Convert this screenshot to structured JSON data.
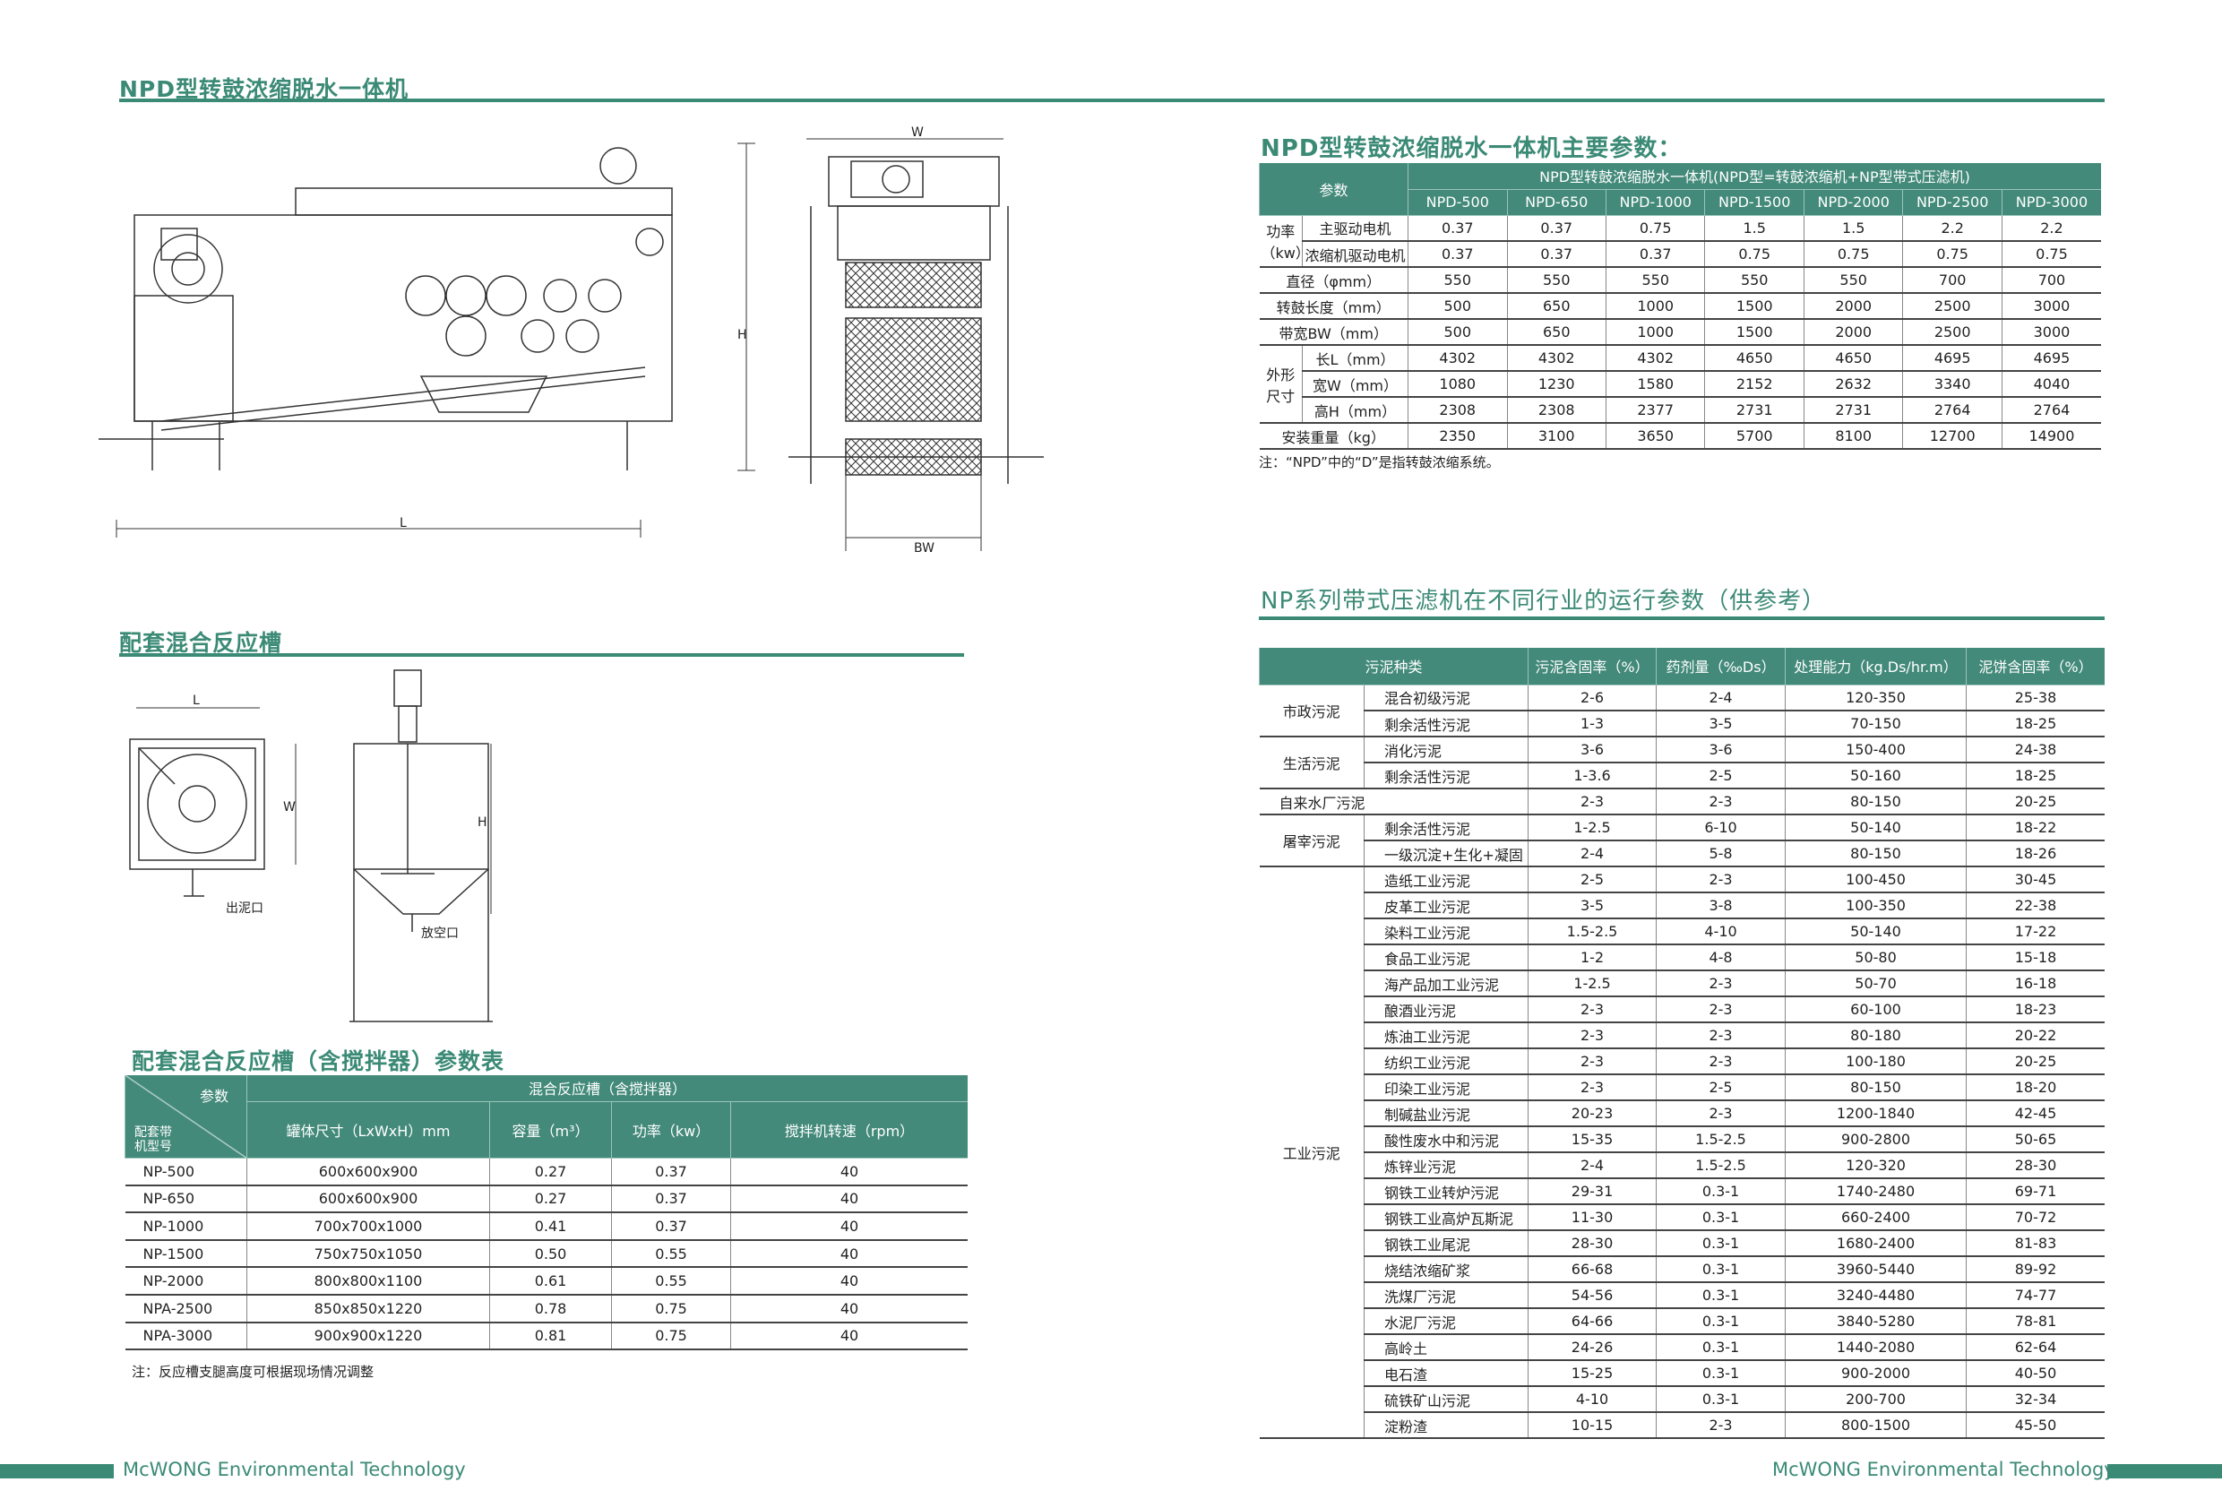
{
  "section_main_title": "NPD型转鼓浓缩脱水一体机",
  "drawing_labels": {
    "w": "W",
    "h": "H",
    "l": "L",
    "bw": "BW"
  },
  "tank_labels": {
    "l": "L",
    "w": "W",
    "h": "H",
    "outlet": "出泥口",
    "drain": "放空口"
  },
  "npd_params": {
    "title": "NPD型转鼓浓缩脱水一体机主要参数：",
    "header_param": "参数",
    "header_group": "NPD型转鼓浓缩脱水一体机(NPD型=转鼓浓缩机+NP型带式压滤机)",
    "models": [
      "NPD-500",
      "NPD-650",
      "NPD-1000",
      "NPD-1500",
      "NPD-2000",
      "NPD-2500",
      "NPD-3000"
    ],
    "rows": [
      {
        "group": "功率（kw）",
        "label": "主驱动电机",
        "values": [
          "0.37",
          "0.37",
          "0.75",
          "1.5",
          "1.5",
          "2.2",
          "2.2"
        ]
      },
      {
        "group": "功率（kw）",
        "label": "浓缩机驱动电机",
        "values": [
          "0.37",
          "0.37",
          "0.37",
          "0.75",
          "0.75",
          "0.75",
          "0.75"
        ]
      },
      {
        "group": "",
        "label": "直径（φmm）",
        "values": [
          "550",
          "550",
          "550",
          "550",
          "550",
          "700",
          "700"
        ]
      },
      {
        "group": "",
        "label": "转鼓长度（mm）",
        "values": [
          "500",
          "650",
          "1000",
          "1500",
          "2000",
          "2500",
          "3000"
        ]
      },
      {
        "group": "",
        "label": "带宽BW（mm）",
        "values": [
          "500",
          "650",
          "1000",
          "1500",
          "2000",
          "2500",
          "3000"
        ]
      },
      {
        "group": "外形尺寸",
        "label": "长L（mm）",
        "values": [
          "4302",
          "4302",
          "4302",
          "4650",
          "4650",
          "4695",
          "4695"
        ]
      },
      {
        "group": "外形尺寸",
        "label": "宽W（mm）",
        "values": [
          "1080",
          "1230",
          "1580",
          "2152",
          "2632",
          "3340",
          "4040"
        ]
      },
      {
        "group": "外形尺寸",
        "label": "高H（mm）",
        "values": [
          "2308",
          "2308",
          "2377",
          "2731",
          "2731",
          "2764",
          "2764"
        ]
      },
      {
        "group": "",
        "label": "安装重量（kg）",
        "values": [
          "2350",
          "3100",
          "3650",
          "5700",
          "8100",
          "12700",
          "14900"
        ]
      }
    ],
    "note": "注：“NPD”中的“D”是指转鼓浓缩系统。"
  },
  "tank_section_title": "配套混合反应槽",
  "tank_params": {
    "title": "配套混合反应槽（含搅拌器）参数表",
    "header_param": "参数",
    "header_model": "配套带\n机型号",
    "header_group": "混合反应槽（含搅拌器）",
    "columns": [
      "罐体尺寸（LxWxH）mm",
      "容量（m³）",
      "功率（kw）",
      "搅拌机转速（rpm）"
    ],
    "rows": [
      [
        "NP-500",
        "600x600x900",
        "0.27",
        "0.37",
        "40"
      ],
      [
        "NP-650",
        "600x600x900",
        "0.27",
        "0.37",
        "40"
      ],
      [
        "NP-1000",
        "700x700x1000",
        "0.41",
        "0.37",
        "40"
      ],
      [
        "NP-1500",
        "750x750x1050",
        "0.50",
        "0.55",
        "40"
      ],
      [
        "NP-2000",
        "800x800x1100",
        "0.61",
        "0.55",
        "40"
      ],
      [
        "NPA-2500",
        "850x850x1220",
        "0.78",
        "0.75",
        "40"
      ],
      [
        "NPA-3000",
        "900x900x1220",
        "0.81",
        "0.75",
        "40"
      ]
    ],
    "note": "注：反应槽支腿高度可根据现场情况调整"
  },
  "industry_params": {
    "title": "NP系列带式压滤机在不同行业的运行参数（供参考）",
    "columns": [
      "污泥种类",
      "污泥含固率（%）",
      "药剂量（‰Ds）",
      "处理能力（kg.Ds/hr.m）",
      "泥饼含固率（%）"
    ],
    "rows": [
      {
        "group": "市政污泥",
        "label": "混合初级污泥",
        "values": [
          "2-6",
          "2-4",
          "120-350",
          "25-38"
        ]
      },
      {
        "group": "市政污泥",
        "label": "剩余活性污泥",
        "values": [
          "1-3",
          "3-5",
          "70-150",
          "18-25"
        ]
      },
      {
        "group": "生活污泥",
        "label": "消化污泥",
        "values": [
          "3-6",
          "3-6",
          "150-400",
          "24-38"
        ]
      },
      {
        "group": "生活污泥",
        "label": "剩余活性污泥",
        "values": [
          "1-3.6",
          "2-5",
          "50-160",
          "18-25"
        ]
      },
      {
        "group": "",
        "label": "自来水厂污泥",
        "values": [
          "2-3",
          "2-3",
          "80-150",
          "20-25"
        ]
      },
      {
        "group": "屠宰污泥",
        "label": "剩余活性污泥",
        "values": [
          "1-2.5",
          "6-10",
          "50-140",
          "18-22"
        ]
      },
      {
        "group": "屠宰污泥",
        "label": "一级沉淀+生化+凝固",
        "values": [
          "2-4",
          "5-8",
          "80-150",
          "18-26"
        ]
      },
      {
        "group": "工业污泥",
        "label": "造纸工业污泥",
        "values": [
          "2-5",
          "2-3",
          "100-450",
          "30-45"
        ]
      },
      {
        "group": "工业污泥",
        "label": "皮革工业污泥",
        "values": [
          "3-5",
          "3-8",
          "100-350",
          "22-38"
        ]
      },
      {
        "group": "工业污泥",
        "label": "染料工业污泥",
        "values": [
          "1.5-2.5",
          "4-10",
          "50-140",
          "17-22"
        ]
      },
      {
        "group": "工业污泥",
        "label": "食品工业污泥",
        "values": [
          "1-2",
          "4-8",
          "50-80",
          "15-18"
        ]
      },
      {
        "group": "工业污泥",
        "label": "海产品加工业污泥",
        "values": [
          "1-2.5",
          "2-3",
          "50-70",
          "16-18"
        ]
      },
      {
        "group": "工业污泥",
        "label": "酿酒业污泥",
        "values": [
          "2-3",
          "2-3",
          "60-100",
          "18-23"
        ]
      },
      {
        "group": "工业污泥",
        "label": "炼油工业污泥",
        "values": [
          "2-3",
          "2-3",
          "80-180",
          "20-22"
        ]
      },
      {
        "group": "工业污泥",
        "label": "纺织工业污泥",
        "values": [
          "2-3",
          "2-3",
          "100-180",
          "20-25"
        ]
      },
      {
        "group": "工业污泥",
        "label": "印染工业污泥",
        "values": [
          "2-3",
          "2-5",
          "80-150",
          "18-20"
        ]
      },
      {
        "group": "工业污泥",
        "label": "制碱盐业污泥",
        "values": [
          "20-23",
          "2-3",
          "1200-1840",
          "42-45"
        ]
      },
      {
        "group": "工业污泥",
        "label": "酸性废水中和污泥",
        "values": [
          "15-35",
          "1.5-2.5",
          "900-2800",
          "50-65"
        ]
      },
      {
        "group": "工业污泥",
        "label": "炼锌业污泥",
        "values": [
          "2-4",
          "1.5-2.5",
          "120-320",
          "28-30"
        ]
      },
      {
        "group": "工业污泥",
        "label": "钢铁工业转炉污泥",
        "values": [
          "29-31",
          "0.3-1",
          "1740-2480",
          "69-71"
        ]
      },
      {
        "group": "工业污泥",
        "label": "钢铁工业高炉瓦斯泥",
        "values": [
          "11-30",
          "0.3-1",
          "660-2400",
          "70-72"
        ]
      },
      {
        "group": "工业污泥",
        "label": "钢铁工业尾泥",
        "values": [
          "28-30",
          "0.3-1",
          "1680-2400",
          "81-83"
        ]
      },
      {
        "group": "工业污泥",
        "label": "烧结浓缩矿浆",
        "values": [
          "66-68",
          "0.3-1",
          "3960-5440",
          "89-92"
        ]
      },
      {
        "group": "工业污泥",
        "label": "洗煤厂污泥",
        "values": [
          "54-56",
          "0.3-1",
          "3240-4480",
          "74-77"
        ]
      },
      {
        "group": "工业污泥",
        "label": "水泥厂污泥",
        "values": [
          "64-66",
          "0.3-1",
          "3840-5280",
          "78-81"
        ]
      },
      {
        "group": "工业污泥",
        "label": "高岭土",
        "values": [
          "24-26",
          "0.3-1",
          "1440-2080",
          "62-64"
        ]
      },
      {
        "group": "工业污泥",
        "label": "电石渣",
        "values": [
          "15-25",
          "0.3-1",
          "900-2000",
          "40-50"
        ]
      },
      {
        "group": "工业污泥",
        "label": "硫铁矿山污泥",
        "values": [
          "4-10",
          "0.3-1",
          "200-700",
          "32-34"
        ]
      },
      {
        "group": "工业污泥",
        "label": "淀粉渣",
        "values": [
          "10-15",
          "2-3",
          "800-1500",
          "45-50"
        ]
      }
    ]
  },
  "footer": {
    "left": "McWONG Environmental Technology",
    "right": "McWONG Environmental Technology"
  },
  "colors": {
    "accent": "#3b8a76",
    "header": "#438a7a"
  }
}
